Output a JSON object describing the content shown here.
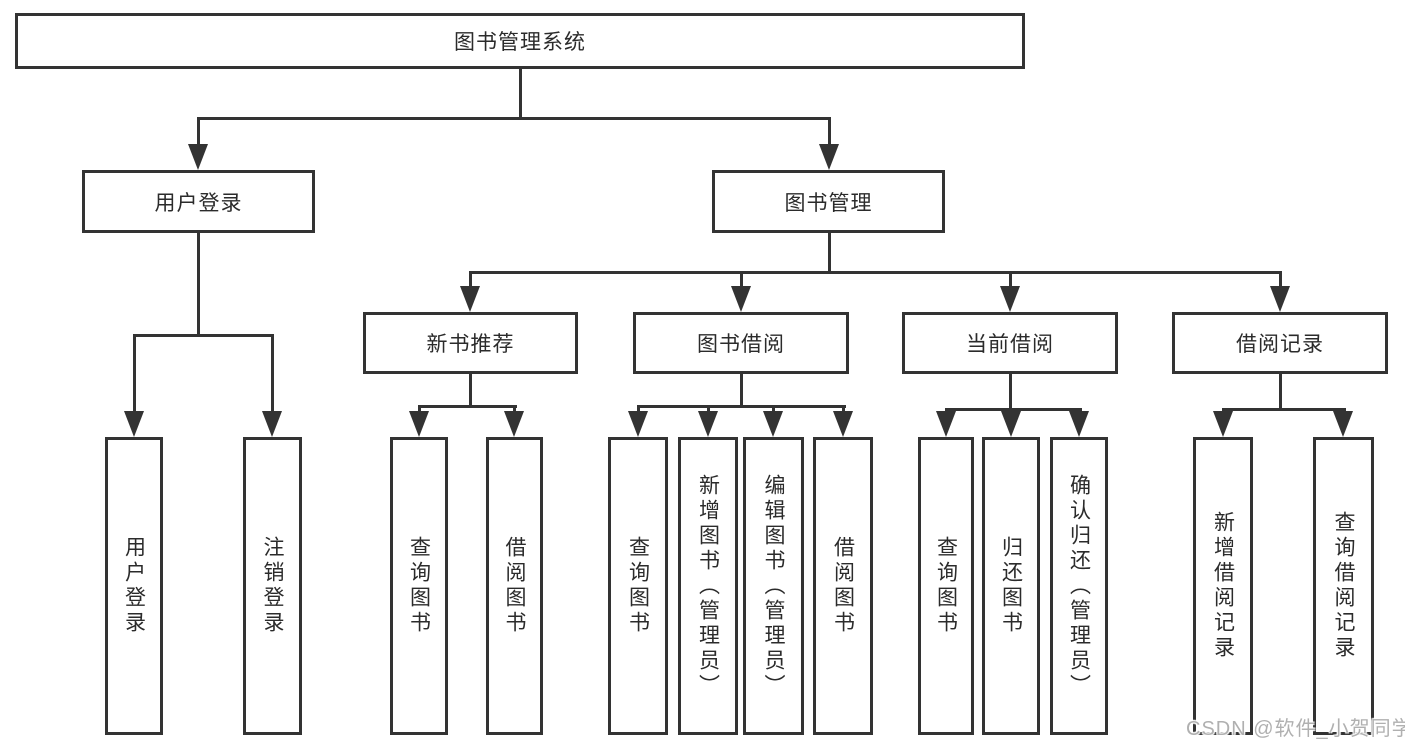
{
  "diagram": {
    "root": {
      "label": "图书管理系统"
    },
    "level2": {
      "user_login": {
        "label": "用户登录"
      },
      "book_mgmt": {
        "label": "图书管理"
      }
    },
    "level3": {
      "new_books": {
        "label": "新书推荐"
      },
      "book_borrow": {
        "label": "图书借阅"
      },
      "current_borrow": {
        "label": "当前借阅"
      },
      "borrow_records": {
        "label": "借阅记录"
      }
    },
    "leaves": {
      "user_login": {
        "label": "用户登录"
      },
      "logout": {
        "label": "注销登录"
      },
      "nb_query_books": {
        "label": "查询图书"
      },
      "nb_borrow_books": {
        "label": "借阅图书"
      },
      "bb_query_books": {
        "label": "查询图书"
      },
      "bb_add_books": {
        "label": "新增图书（管理员）"
      },
      "bb_edit_books": {
        "label": "编辑图书（管理员）"
      },
      "bb_borrow_books": {
        "label": "借阅图书"
      },
      "cb_query_books": {
        "label": "查询图书"
      },
      "cb_return_books": {
        "label": "归还图书"
      },
      "cb_confirm_return": {
        "label": "确认归还（管理员）"
      },
      "br_add_record": {
        "label": "新增借阅记录"
      },
      "br_query_record": {
        "label": "查询借阅记录"
      }
    }
  },
  "watermark": {
    "text": "CSDN @软件_小贺同学"
  },
  "colors": {
    "line": "#333333",
    "text": "#2b2b2b",
    "background": "#ffffff",
    "watermark": "#b0b0b0"
  }
}
